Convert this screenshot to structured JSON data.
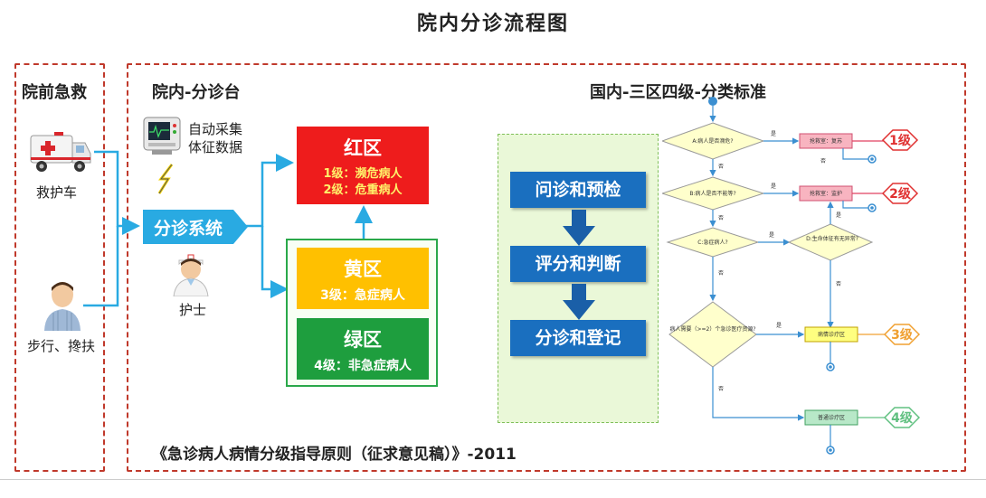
{
  "title": "院内分诊流程图",
  "prehospital": {
    "heading": "院前急救",
    "ambulance": "救护车",
    "walkin": "步行、搀扶"
  },
  "inhospital": {
    "heading": "院内-分诊台",
    "monitor_label_1": "自动采集",
    "monitor_label_2": "体征数据",
    "system": "分诊系统",
    "nurse": "护士",
    "red": {
      "name": "红区",
      "line1": "1级：濒危病人",
      "line2": "2级：危重病人",
      "color": "#ee1c1c"
    },
    "yellow": {
      "name": "黄区",
      "line1": "3级：急症病人",
      "color": "#ffc000"
    },
    "green": {
      "name": "绿区",
      "line1": "4级：非急症病人",
      "color": "#1e9e3e"
    },
    "citation": "《急诊病人病情分级指导原则（征求意见稿）》-2011"
  },
  "standard": {
    "heading": "国内-三区四级-分类标准",
    "steps": [
      "问诊和预检",
      "评分和判断",
      "分诊和登记"
    ],
    "flow": {
      "q_a": "A:病人是否濒危?",
      "q_b": "B:病人是否不能等?",
      "q_c": "C:急症病人?",
      "q_d": "D:生命体征有无异常?",
      "q_e": "病人需要（>=2）个急诊医疗资源?",
      "box1": "抢救室：复苏",
      "box2": "抢救室：监护",
      "box3": "病情诊疗区",
      "box4": "普通诊疗区",
      "yes": "是",
      "no": "否",
      "level1": "1级",
      "level2": "2级",
      "level3": "3级",
      "level4": "4级"
    }
  }
}
